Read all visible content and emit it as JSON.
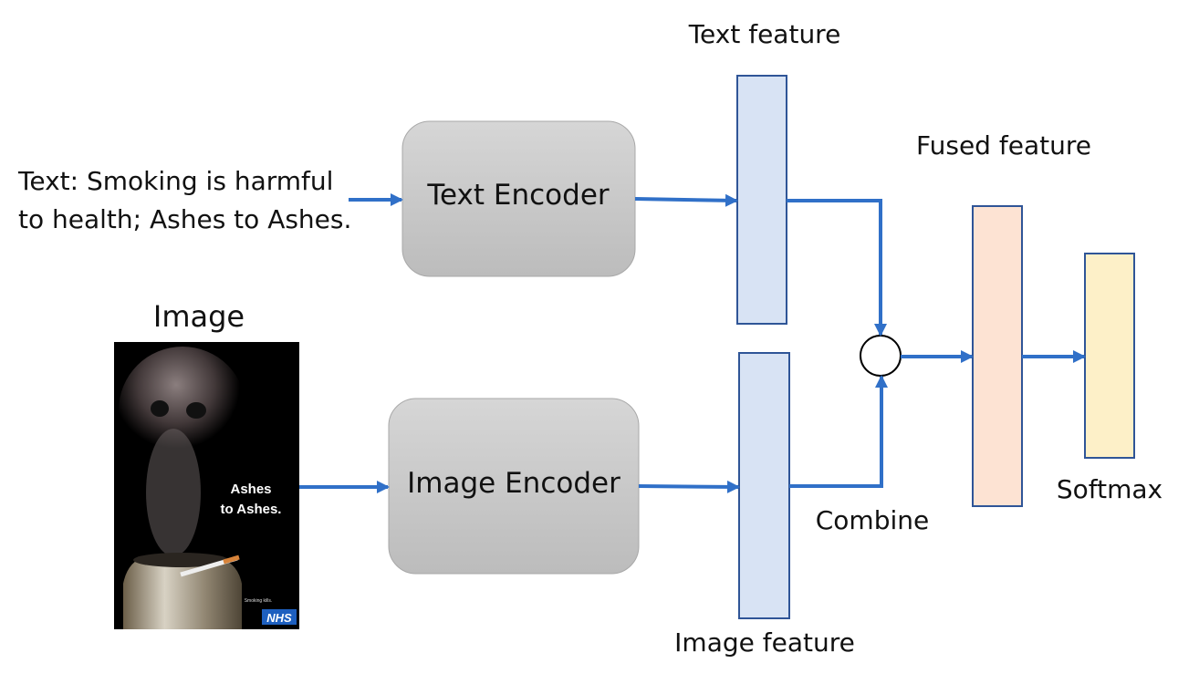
{
  "input_text": {
    "line1": "Text: Smoking is harmful",
    "line2": "to health; Ashes to Ashes."
  },
  "image_label": "Image",
  "poster": {
    "headline_line1": "Ashes",
    "headline_line2": "to Ashes.",
    "tagline": "Smoking kills.",
    "logo": "NHS"
  },
  "text_encoder": "Text Encoder",
  "image_encoder": "Image Encoder",
  "text_feature": "Text feature",
  "image_feature": "Image feature",
  "fused_feature": "Fused feature",
  "combine": "Combine",
  "softmax": "Softmax",
  "colors": {
    "arrow": "#3070c8",
    "feature": "#d8e3f4",
    "fused": "#fde3d3",
    "softmax": "#fdf0c8",
    "border": "#2f5597",
    "encoder": "#c8c8c8"
  }
}
